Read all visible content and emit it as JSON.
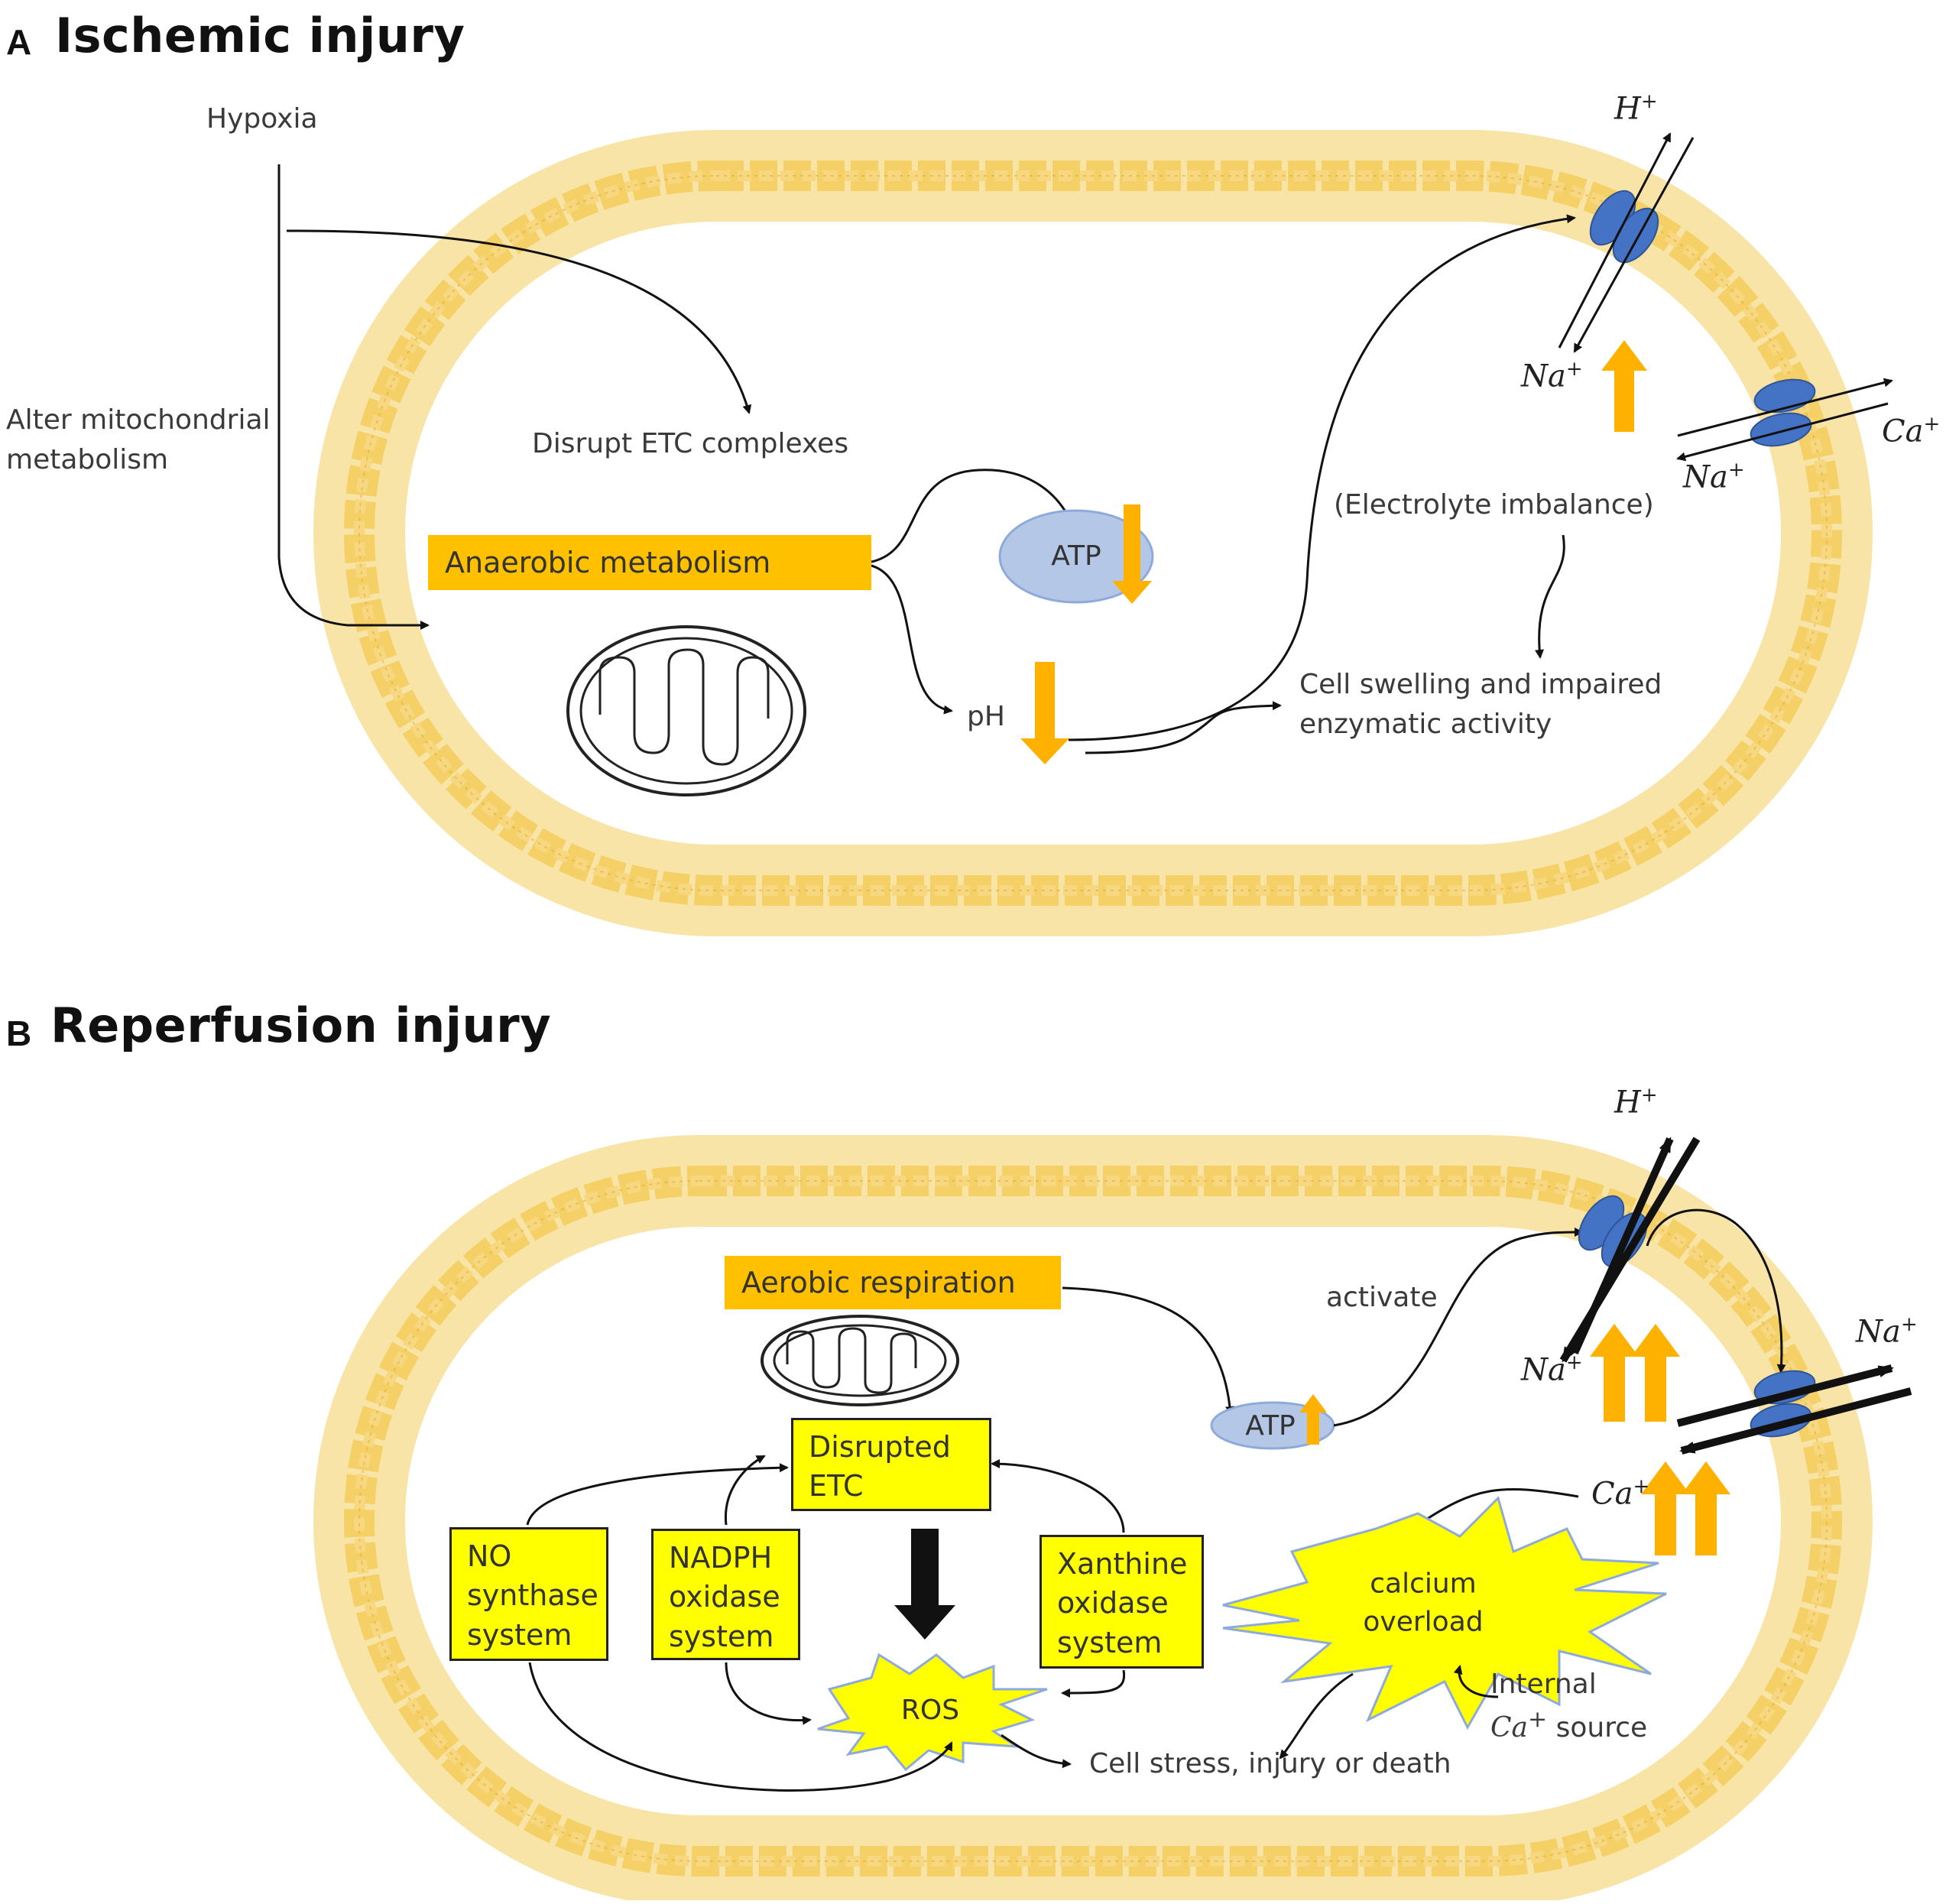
{
  "panel_a": {
    "letter": "A",
    "title": "Ischemic injury",
    "hypoxia": "Hypoxia",
    "alter_mito_1": "Alter mitochondrial",
    "alter_mito_2": "metabolism",
    "disrupt_etc": "Disrupt ETC complexes",
    "anaerobic": "Anaerobic metabolism",
    "atp": "ATP",
    "ph": "pH",
    "electrolyte": "(Electrolyte imbalance)",
    "swelling_1": "Cell swelling and impaired",
    "swelling_2": "enzymatic activity",
    "ions": {
      "h": "H",
      "h_sup": "+",
      "na1": "Na",
      "na1_sup": "+",
      "ca": "Ca",
      "ca_sup": "+",
      "na2": "Na",
      "na2_sup": "+"
    }
  },
  "panel_b": {
    "letter": "B",
    "title": "Reperfusion injury",
    "aerobic": "Aerobic respiration",
    "activate": "activate",
    "atp": "ATP",
    "disrupted_etc_1": "Disrupted",
    "disrupted_etc_2": "ETC",
    "no_1": "NO",
    "no_2": "synthase",
    "no_3": "system",
    "nadph_1": "NADPH",
    "nadph_2": "oxidase",
    "nadph_3": "system",
    "xanthine_1": "Xanthine",
    "xanthine_2": "oxidase",
    "xanthine_3": "system",
    "ros": "ROS",
    "calcium_1": "calcium",
    "calcium_2": "overload",
    "internal_1": "Internal",
    "internal_ca": "Ca",
    "internal_ca_sup": "+",
    "internal_2": "source",
    "cell_stress": "Cell stress, injury or death",
    "ions": {
      "h": "H",
      "h_sup": "+",
      "na1": "Na",
      "na1_sup": "+",
      "na2": "Na",
      "na2_sup": "+",
      "ca": "Ca",
      "ca_sup": "+"
    }
  },
  "colors": {
    "membrane": "#f7d77f",
    "membrane_dark": "#efc150",
    "orange": "#ffc000",
    "arrow_orange": "#ffb100",
    "channel_blue": "#4472c4",
    "atp_fill": "#b4c7e7",
    "yellow_box": "#ffff00"
  }
}
